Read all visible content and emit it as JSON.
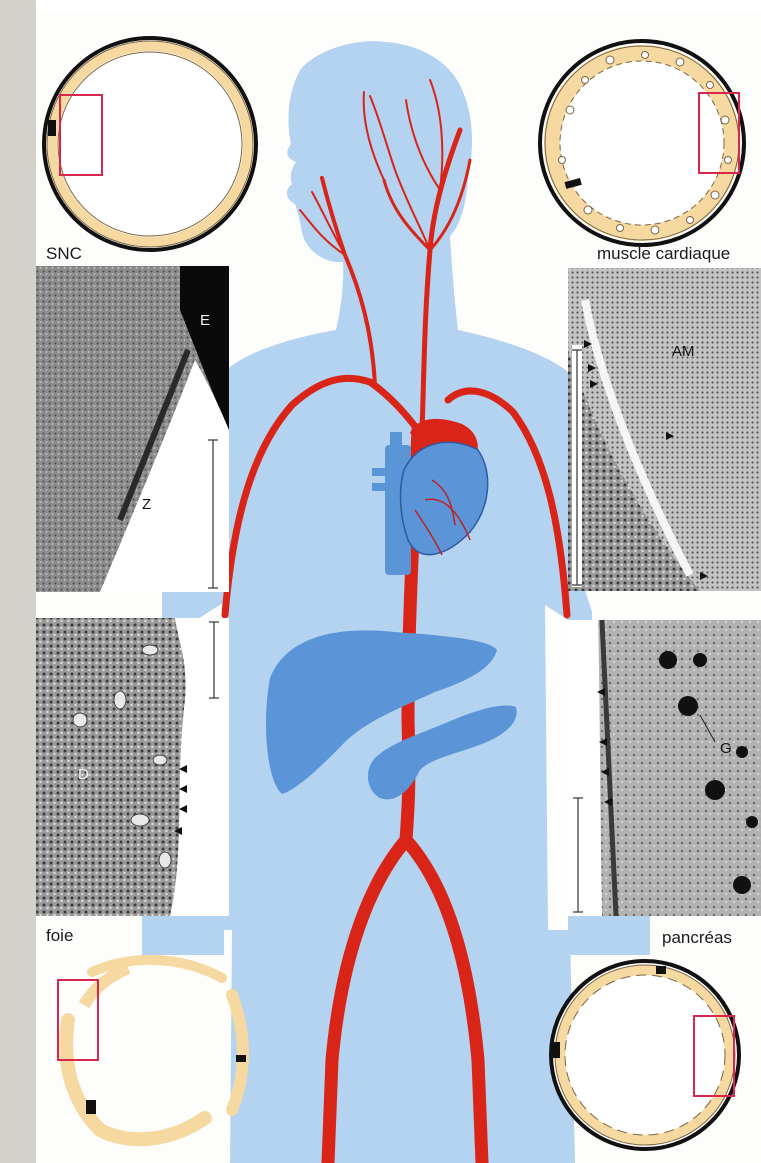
{
  "labels": {
    "snc": "SNC",
    "muscle": "muscle cardiaque",
    "foie": "foie",
    "pancreas": "pancréas"
  },
  "micrograph_labels": {
    "e": "E",
    "z": "Z",
    "am": "AM",
    "d": "D",
    "g": "G"
  },
  "colors": {
    "body": "#b3d3f0",
    "organ": "#5b95d8",
    "artery": "#d92418",
    "endothelium": "#f6d9a1",
    "highlight_box": "#d8264c"
  }
}
